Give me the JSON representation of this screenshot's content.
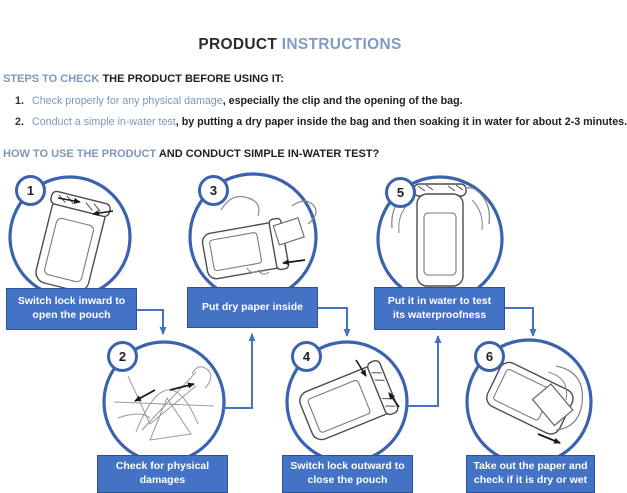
{
  "title": {
    "part1": "PRODUCT ",
    "part2": "INSTRUCTIONS"
  },
  "sections": {
    "check": {
      "heading_blue": "STEPS TO CHECK ",
      "heading_dark": "THE PRODUCT BEFORE USING IT:",
      "items": [
        {
          "num": "1.",
          "blue": "Check properly for any physical damage",
          "dark": ", especially the clip and the opening of the bag."
        },
        {
          "num": "2.",
          "blue": "Conduct a simple in-water test",
          "dark": ", by putting a dry paper inside the bag and then soaking it in water for about 2-3 minutes."
        }
      ]
    },
    "how": {
      "heading_blue": "HOW TO USE THE PRODUCT ",
      "heading_dark": "AND CONDUCT SIMPLE IN-WATER TEST?"
    }
  },
  "diagram": {
    "steps": [
      {
        "number": "1",
        "label": "Switch lock inward to open the pouch",
        "illustration": "pouch-with-lock-arrows-inward"
      },
      {
        "number": "2",
        "label": "Check for physical damages",
        "illustration": "sketch-inspect-pouch-with-arrows"
      },
      {
        "number": "3",
        "label": "Put dry paper inside",
        "illustration": "hands-inserting-paper-into-pouch"
      },
      {
        "number": "4",
        "label": "Switch lock outward to close the pouch",
        "illustration": "pouch-with-lock-arrows-outward"
      },
      {
        "number": "5",
        "label": "Put it in water to test its waterproofness",
        "illustration": "hands-dipping-pouch-in-water"
      },
      {
        "number": "6",
        "label": "Take out the paper and check if it is dry or wet",
        "illustration": "hand-removing-paper-from-pouch"
      }
    ],
    "flow_order": [
      "1",
      "2",
      "3",
      "4",
      "5",
      "6"
    ]
  },
  "colors": {
    "box_fill": "#4472c4",
    "box_border": "#2e5395",
    "circle_stroke": "#3a62ad",
    "heading_blue": "#7d97ba",
    "title_blue": "#7e9cc3",
    "text_dark": "#1f1f1f",
    "box_text": "#ffffff"
  }
}
